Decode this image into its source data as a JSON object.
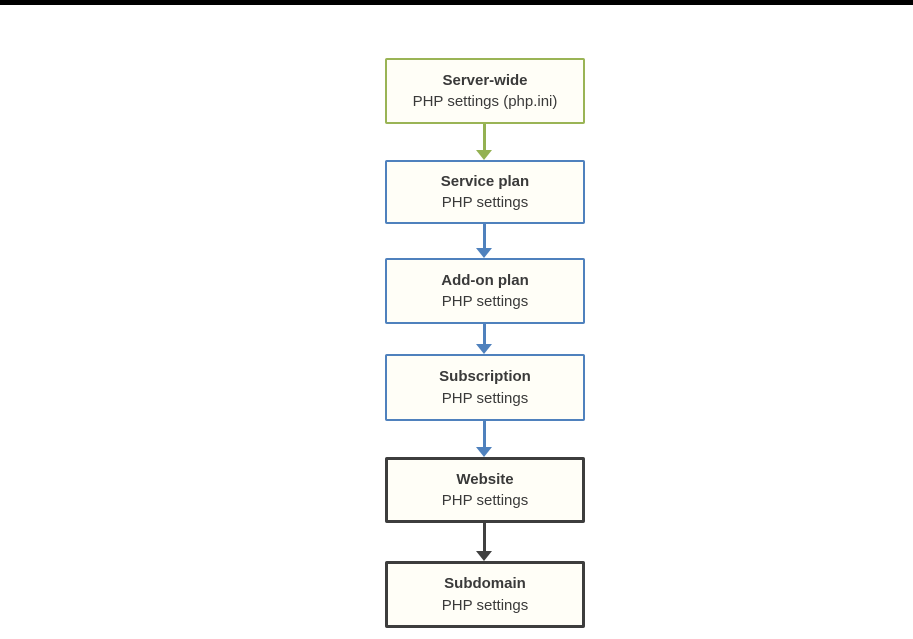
{
  "top_rule": {
    "color": "#000000"
  },
  "diagram": {
    "nodes": [
      {
        "title": "Server-wide",
        "subtitle": "PHP settings (php.ini)",
        "border_color": "#9ab455",
        "fill_color": "#fffef7",
        "text_color": "#3a3a3a"
      },
      {
        "title": "Service plan",
        "subtitle": "PHP settings",
        "border_color": "#4f81bd",
        "fill_color": "#fffef7",
        "text_color": "#3a3a3a"
      },
      {
        "title": "Add-on plan",
        "subtitle": "PHP settings",
        "border_color": "#4f81bd",
        "fill_color": "#fffef7",
        "text_color": "#3a3a3a"
      },
      {
        "title": "Subscription",
        "subtitle": "PHP settings",
        "border_color": "#4f81bd",
        "fill_color": "#fffef7",
        "text_color": "#3a3a3a"
      },
      {
        "title": "Website",
        "subtitle": "PHP settings",
        "border_color": "#3d3d3d",
        "fill_color": "#fffef7",
        "text_color": "#3a3a3a"
      },
      {
        "title": "Subdomain",
        "subtitle": "PHP settings",
        "border_color": "#3d3d3d",
        "fill_color": "#fffef7",
        "text_color": "#3a3a3a"
      }
    ],
    "arrows": [
      {
        "color": "#94b152"
      },
      {
        "color": "#4f81bd"
      },
      {
        "color": "#4f81bd"
      },
      {
        "color": "#4f81bd"
      },
      {
        "color": "#404040"
      }
    ]
  }
}
